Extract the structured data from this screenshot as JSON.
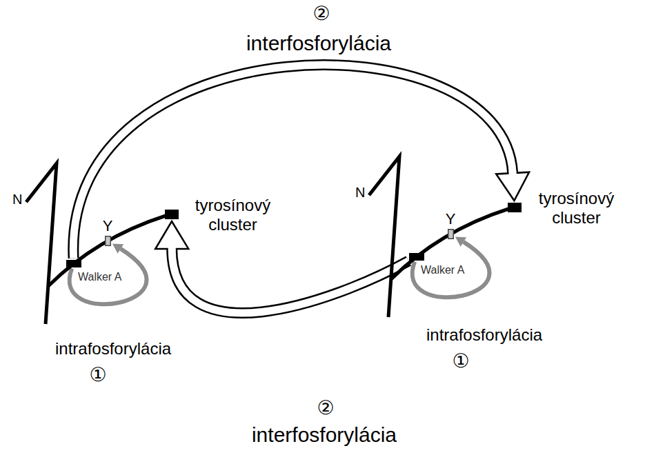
{
  "diagram": {
    "nodes": [
      {
        "text": [
          "Y"
        ]
      },
      {
        "text": [
          "tyrosínový cluster"
        ]
      },
      {
        "text": [
          "Walker A"
        ]
      },
      {
        "text": [
          "Y"
        ]
      },
      {
        "text": [
          "tyrosínový cluster"
        ]
      },
      {
        "text": [
          "Walker A"
        ]
      }
    ],
    "edges": [
      {
        "from": 2,
        "to": 4,
        "arrow": "to",
        "label": "interfosforylácia"
      },
      {
        "from": 5,
        "to": 1,
        "arrow": "to",
        "label": "interfosforylácia"
      },
      {
        "from": 2,
        "to": 0,
        "arrow": "to",
        "label": "intrafosforylácia"
      },
      {
        "from": 5,
        "to": 3,
        "arrow": "to",
        "label": "intrafosforylácia"
      }
    ],
    "labels": [
      "②",
      "N",
      "N",
      "①",
      "①",
      "②"
    ]
  }
}
